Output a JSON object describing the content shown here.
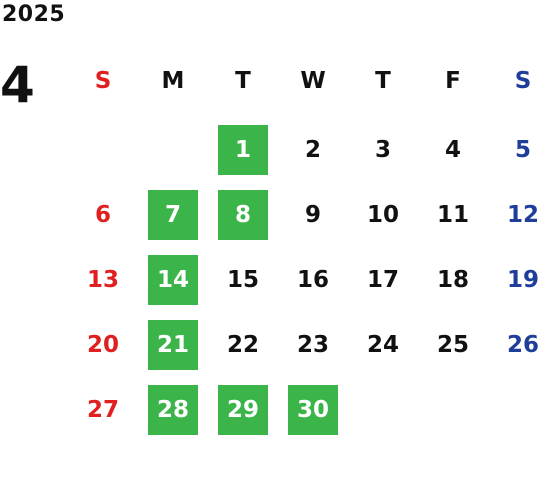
{
  "year": "2025",
  "month": "4",
  "colors": {
    "sunday": "#e02020",
    "saturday": "#1f3e9a",
    "weekday": "#111111",
    "highlight": "#3bb54a",
    "highlight_text": "#ffffff"
  },
  "weekdays": [
    "S",
    "M",
    "T",
    "W",
    "T",
    "F",
    "S"
  ],
  "weekday_header_colors": [
    "#e02020",
    "#111111",
    "#111111",
    "#111111",
    "#111111",
    "#111111",
    "#1f3e9a"
  ],
  "weeks": [
    [
      {
        "day": ""
      },
      {
        "day": ""
      },
      {
        "day": "1",
        "highlighted": true
      },
      {
        "day": "2"
      },
      {
        "day": "3"
      },
      {
        "day": "4"
      },
      {
        "day": "5"
      }
    ],
    [
      {
        "day": "6"
      },
      {
        "day": "7",
        "highlighted": true
      },
      {
        "day": "8",
        "highlighted": true
      },
      {
        "day": "9"
      },
      {
        "day": "10"
      },
      {
        "day": "11"
      },
      {
        "day": "12"
      }
    ],
    [
      {
        "day": "13"
      },
      {
        "day": "14",
        "highlighted": true
      },
      {
        "day": "15"
      },
      {
        "day": "16"
      },
      {
        "day": "17"
      },
      {
        "day": "18"
      },
      {
        "day": "19"
      }
    ],
    [
      {
        "day": "20"
      },
      {
        "day": "21",
        "highlighted": true
      },
      {
        "day": "22"
      },
      {
        "day": "23"
      },
      {
        "day": "24"
      },
      {
        "day": "25"
      },
      {
        "day": "26"
      }
    ],
    [
      {
        "day": "27"
      },
      {
        "day": "28",
        "highlighted": true
      },
      {
        "day": "29",
        "highlighted": true
      },
      {
        "day": "30",
        "highlighted": true
      },
      {
        "day": ""
      },
      {
        "day": ""
      },
      {
        "day": ""
      }
    ]
  ]
}
